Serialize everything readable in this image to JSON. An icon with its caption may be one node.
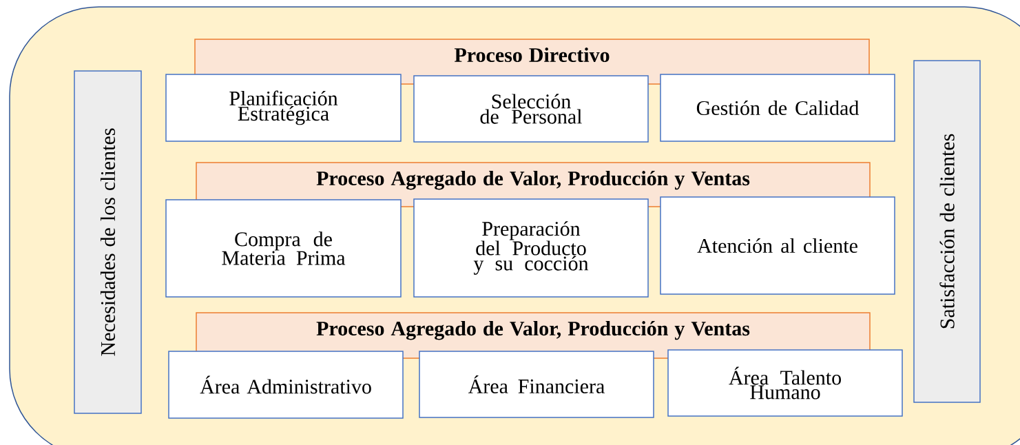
{
  "diagram": {
    "nodes": [
      {
        "text": [],
        "shape": "box"
      },
      {
        "text": [
          "Necesidades de los clientes"
        ],
        "in": 0
      },
      {
        "text": [
          "Proceso Directivo"
        ],
        "in": 0
      },
      {
        "text": [
          "Planificación Estratégica"
        ],
        "in": 0
      },
      {
        "text": [
          "Selección de Personal"
        ],
        "in": 0
      },
      {
        "text": [
          "Gestión de Calidad"
        ],
        "in": 0
      },
      {
        "text": [
          "Proceso Agregado de Valor, Producción y Ventas"
        ],
        "in": 0
      },
      {
        "text": [
          "Compra de Materia Prima"
        ],
        "in": 0
      },
      {
        "text": [
          "Preparación del Producto y su cocción"
        ],
        "in": 0
      },
      {
        "text": [
          "Atención al cliente"
        ],
        "in": 0
      },
      {
        "text": [
          "Proceso Agregado de Valor, Producción y Ventas"
        ],
        "in": 0
      },
      {
        "text": [
          "Área Administrativo"
        ],
        "in": 0
      },
      {
        "text": [
          "Área Financiera"
        ],
        "in": 0
      },
      {
        "text": [
          "Área Talento Humano"
        ],
        "in": 0
      },
      {
        "text": [
          "Satisfacción de clientes"
        ],
        "in": 0
      }
    ]
  }
}
